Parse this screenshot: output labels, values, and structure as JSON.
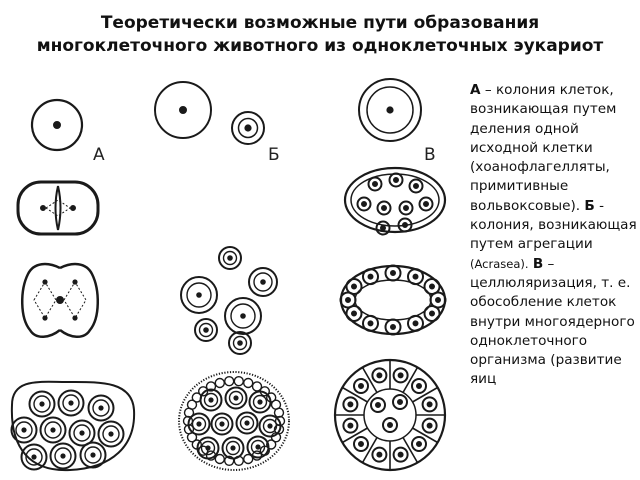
{
  "title_line1": "Теоретически возможные пути образования",
  "title_line2": "многоклеточного животного  из одноклеточных эукариот",
  "labels": {
    "a": "А",
    "b": "Б",
    "v": "В"
  },
  "side_text": {
    "a_letter": "А",
    "a_text": " – колония клеток, возникающая путем деления одной исходной клетки (хоанофлагелляты, примитивные вольвоксовые).",
    "b_letter": "Б",
    "b_text": " -  колония, возникающая путем агрегации ",
    "b_small": "(Acrasea).",
    "v_letter": "В",
    "v_text": " – целлюляризация, т. е. обособление клеток внутри многоядерного одноклеточного организма (развитие яиц"
  }
}
